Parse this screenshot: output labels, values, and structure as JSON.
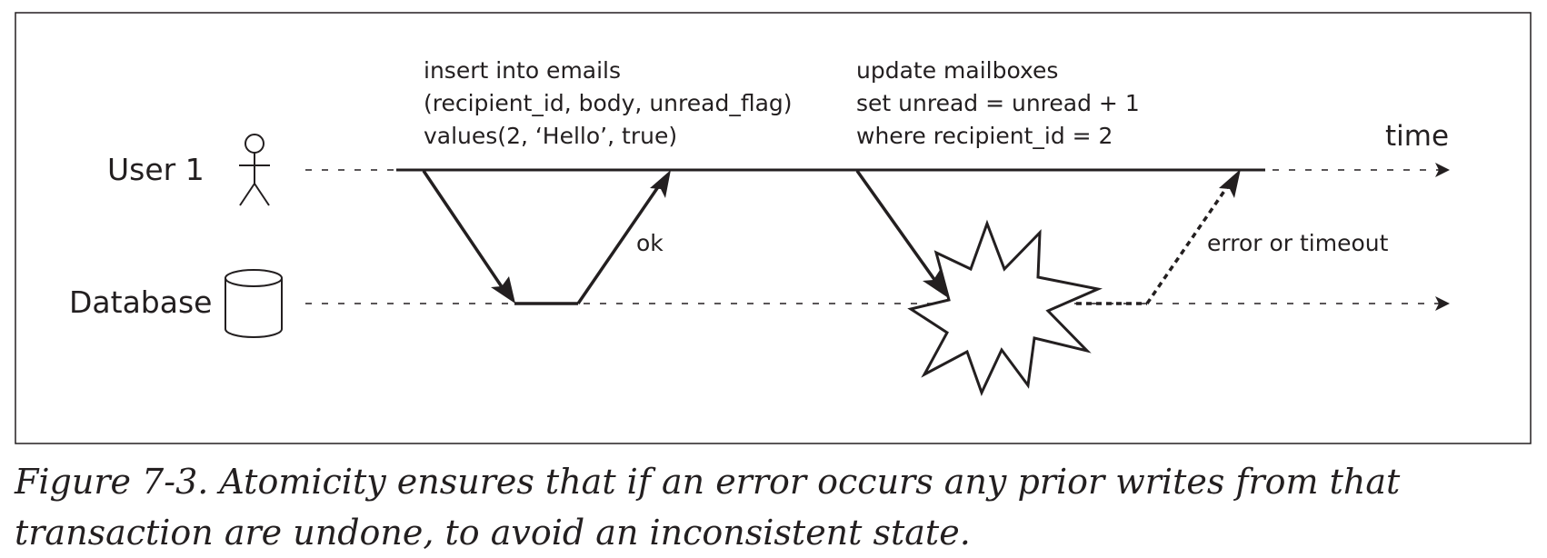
{
  "diagram": {
    "lanes": {
      "user": "User 1",
      "database": "Database"
    },
    "time_label": "time",
    "statement_insert": [
      "insert into emails",
      "(recipient_id, body, unread_flag)",
      "values(2, ‘Hello’, true)"
    ],
    "statement_update": [
      "update mailboxes",
      "set unread = unread + 1",
      "where recipient_id = 2"
    ],
    "ok_label": "ok",
    "error_label": "error or timeout",
    "icons": {
      "user": "stick-figure-icon",
      "database": "database-cylinder-icon",
      "failure": "explosion-starburst-icon"
    }
  },
  "caption": {
    "text": "Figure 7-3. Atomicity ensures that if an error occurs any prior writes from that transaction are undone, to avoid an inconsistent state."
  }
}
